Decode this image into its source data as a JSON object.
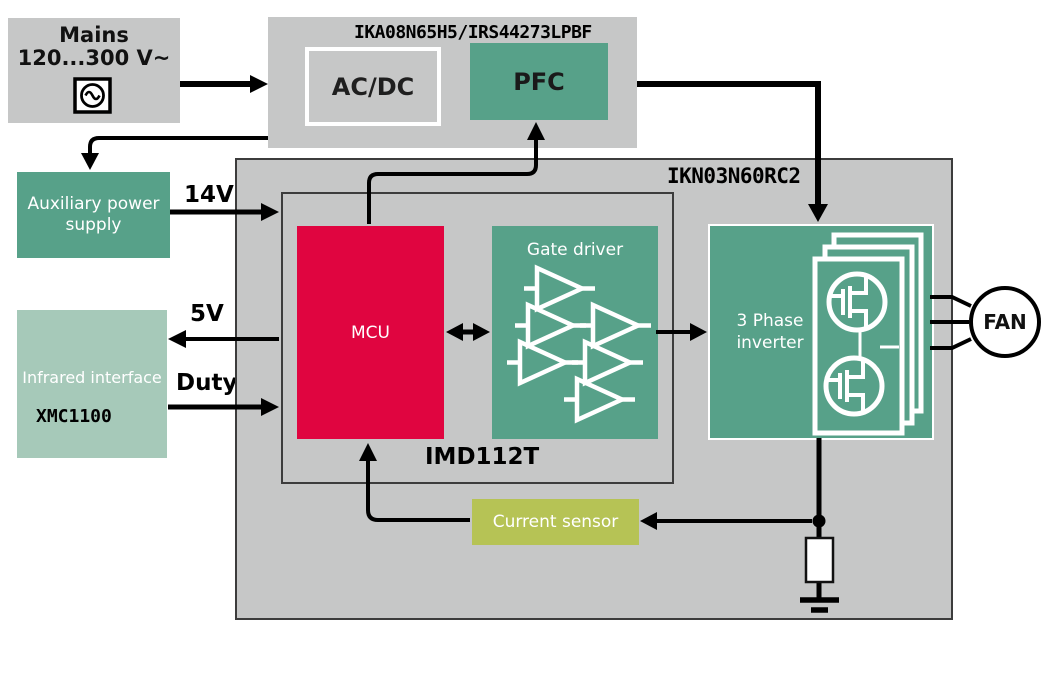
{
  "diagram": {
    "mains": {
      "title": "Mains",
      "voltage_range": "120...300 V~"
    },
    "acdc_stage": {
      "part_number": "IKA08N65H5/IRS44273LPBF",
      "acdc_label": "AC/DC",
      "pfc_label": "PFC"
    },
    "aux_power": {
      "label": "Auxiliary power supply"
    },
    "infrared": {
      "label": "Infrared interface",
      "part_number": "XMC1100"
    },
    "inverter_module": {
      "part_number": "IKN03N60RC2"
    },
    "controller": {
      "part_number": "IMD112T",
      "mcu_label": "MCU",
      "gate_driver_label": "Gate driver"
    },
    "inverter": {
      "label": "3 Phase inverter"
    },
    "current_sensor": {
      "label": "Current sensor"
    },
    "fan": {
      "label": "FAN"
    },
    "signals": {
      "aux_rail": "14V",
      "ir_rail": "5V",
      "ir_duty": "Duty"
    }
  },
  "colors": {
    "teal": "#57a189",
    "light_green": "#a6c9b9",
    "olive": "#b6c355",
    "red": "#e00540",
    "gray": "#c6c7c7",
    "line": "#000000"
  }
}
